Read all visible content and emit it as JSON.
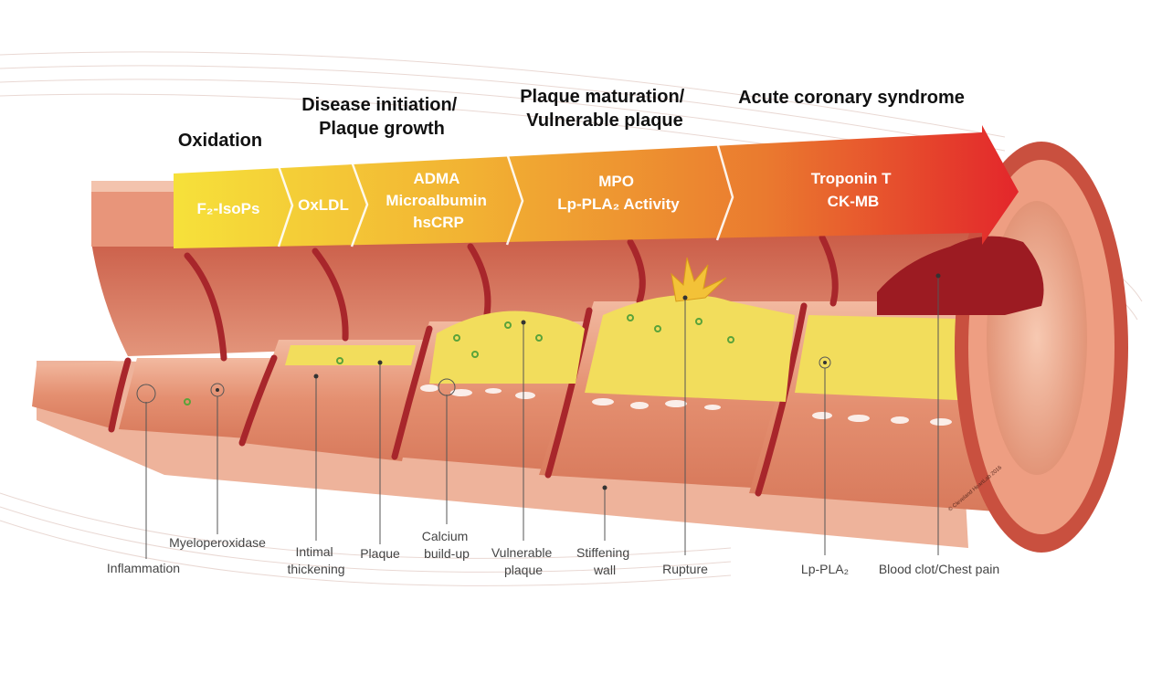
{
  "stages": [
    {
      "title_lines": [
        "Oxidation"
      ],
      "markers": [
        "F₂-IsoPs"
      ]
    },
    {
      "title_lines": [
        "Disease initiation/",
        "Plaque growth"
      ],
      "markers": [
        "OxLDL"
      ]
    },
    {
      "title_lines": [],
      "markers": [
        "ADMA",
        "Microalbumin",
        "hsCRP"
      ]
    },
    {
      "title_lines": [
        "Plaque maturation/",
        "Vulnerable plaque"
      ],
      "markers": [
        "MPO",
        "Lp-PLA₂ Activity"
      ]
    },
    {
      "title_lines": [
        "Acute coronary syndrome"
      ],
      "markers": [
        "Troponin T",
        "CK-MB"
      ]
    }
  ],
  "labels": [
    {
      "id": "inflammation",
      "lines": [
        "Inflammation"
      ]
    },
    {
      "id": "myeloperoxidase",
      "lines": [
        "Myeloperoxidase"
      ]
    },
    {
      "id": "intimal-thickening",
      "lines": [
        "Intimal",
        "thickening"
      ]
    },
    {
      "id": "plaque",
      "lines": [
        "Plaque"
      ]
    },
    {
      "id": "calcium-build-up",
      "lines": [
        "Calcium",
        "build-up"
      ]
    },
    {
      "id": "vulnerable-plaque",
      "lines": [
        "Vulnerable",
        "plaque"
      ]
    },
    {
      "id": "stiffening-wall",
      "lines": [
        "Stiffening",
        "wall"
      ]
    },
    {
      "id": "rupture",
      "lines": [
        "Rupture"
      ]
    },
    {
      "id": "lp-pla2",
      "lines": [
        "Lp-PLA₂"
      ]
    },
    {
      "id": "blood-clot",
      "lines": [
        "Blood clot/Chest pain"
      ]
    }
  ],
  "copyright": "© Cleveland HeartLab 2016",
  "colors": {
    "arrow_start": "#f6e13a",
    "arrow_end": "#e3262b",
    "wall": "#e99a7a",
    "wall_dark": "#a8262b",
    "plaque": "#f2dd5c",
    "clot": "#9c1b22"
  }
}
